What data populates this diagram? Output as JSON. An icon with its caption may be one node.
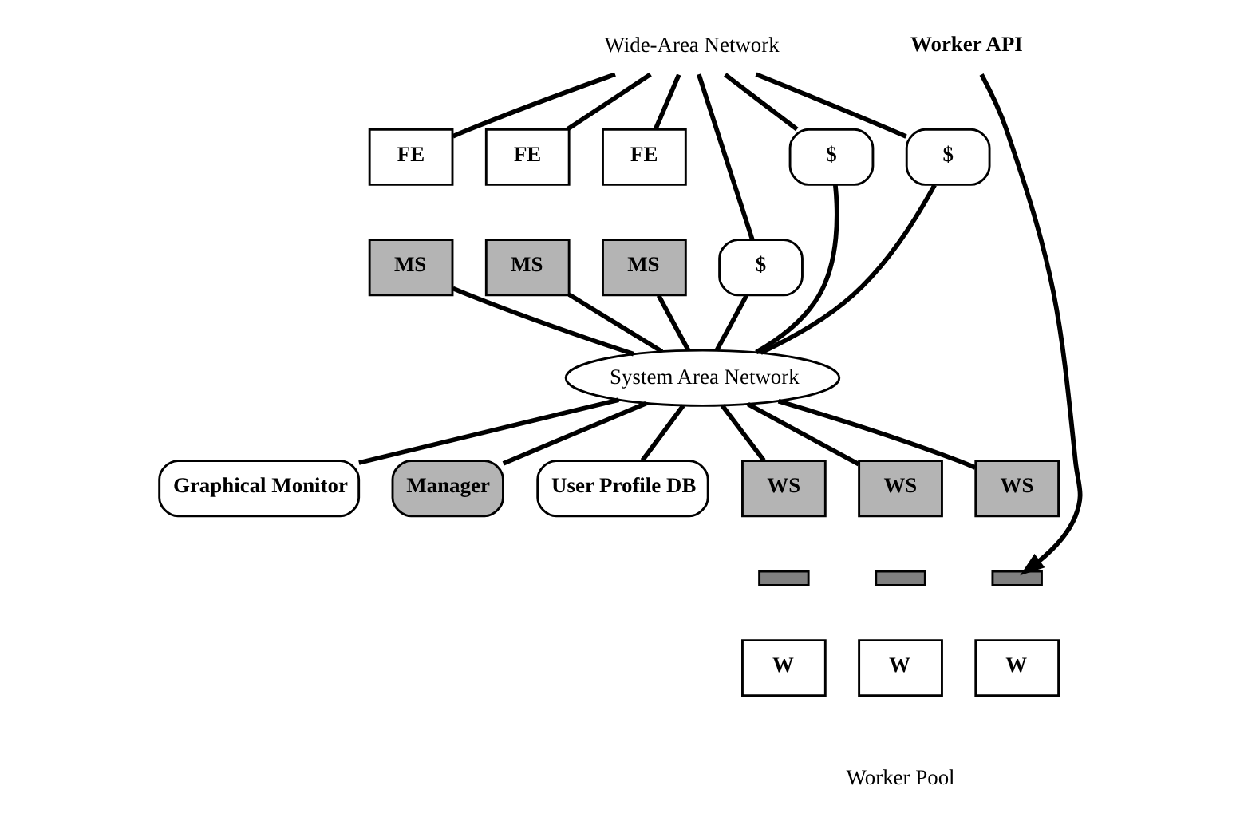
{
  "diagram": {
    "nodes": [
      {
        "text": [
          "Wide-Area Network"
        ]
      },
      {
        "text": [
          "FE"
        ]
      },
      {
        "text": [
          "MS"
        ]
      },
      {
        "text": [
          "FE"
        ]
      },
      {
        "text": [
          "MS"
        ]
      },
      {
        "text": [
          "FE"
        ]
      },
      {
        "text": [
          "MS"
        ]
      },
      {
        "text": [
          "Graphical Monitor"
        ]
      },
      {
        "text": [
          "Manager"
        ]
      },
      {
        "text": [
          "User Profile DB"
        ]
      },
      {
        "text": [
          "System Area Network"
        ]
      },
      {
        "text": [
          "$"
        ]
      },
      {
        "text": [
          "$"
        ]
      },
      {
        "text": [
          "$"
        ]
      },
      {
        "text": [
          "WS"
        ]
      },
      {
        "text": [],
        "shape": "bar"
      },
      {
        "text": [
          "W"
        ]
      },
      {
        "text": [
          "WS"
        ]
      },
      {
        "text": [],
        "shape": "bar"
      },
      {
        "text": [
          "W"
        ]
      },
      {
        "text": [
          "WS"
        ]
      },
      {
        "text": [],
        "shape": "bar"
      },
      {
        "text": [
          "W"
        ]
      },
      {
        "text": [
          "Worker API"
        ]
      }
    ],
    "edges": [
      {
        "from": 0,
        "to": 1,
        "arrow": "none"
      },
      {
        "from": 0,
        "to": 3,
        "arrow": "none"
      },
      {
        "from": 0,
        "to": 5,
        "arrow": "none"
      },
      {
        "from": 0,
        "to": 11,
        "arrow": "none"
      },
      {
        "from": 0,
        "to": 12,
        "arrow": "none"
      },
      {
        "from": 0,
        "to": 13,
        "arrow": "none"
      },
      {
        "from": 2,
        "to": 10,
        "arrow": "none"
      },
      {
        "from": 4,
        "to": 10,
        "arrow": "none"
      },
      {
        "from": 6,
        "to": 10,
        "arrow": "none"
      },
      {
        "from": 10,
        "to": 7,
        "arrow": "none"
      },
      {
        "from": 10,
        "to": 8,
        "arrow": "none"
      },
      {
        "from": 10,
        "to": 9,
        "arrow": "none"
      },
      {
        "from": 11,
        "to": 10,
        "arrow": "none"
      },
      {
        "from": 12,
        "to": 10,
        "arrow": "none"
      },
      {
        "from": 13,
        "to": 10,
        "arrow": "none"
      },
      {
        "from": 10,
        "to": 14,
        "arrow": "none"
      },
      {
        "from": 10,
        "to": 17,
        "arrow": "none"
      },
      {
        "from": 10,
        "to": 20,
        "arrow": "none"
      },
      {
        "from": 23,
        "to": 21,
        "arrow": "to"
      }
    ],
    "labels": [
      "Worker Pool"
    ]
  }
}
